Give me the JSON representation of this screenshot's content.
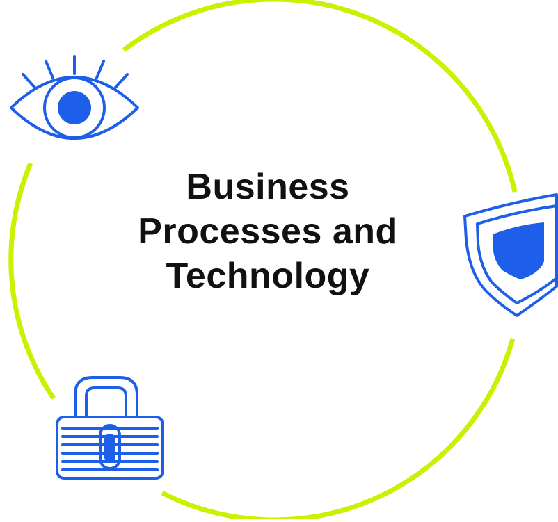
{
  "title_lines": [
    "Business",
    "Processes and",
    "Technology"
  ],
  "icons": {
    "top_left": "eye-icon",
    "right": "shield-icon",
    "bottom_left": "padlock-icon"
  },
  "colors": {
    "ring": "#cdf000",
    "icon": "#1d5fe8",
    "text": "#111111",
    "background": "#ffffff"
  }
}
